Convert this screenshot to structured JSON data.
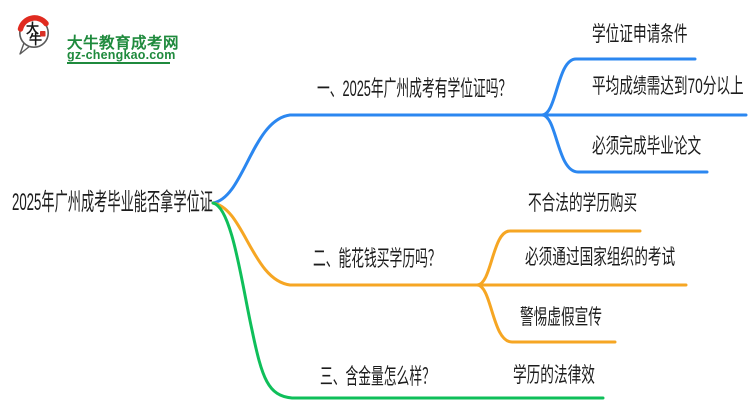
{
  "logo": {
    "brand": "大牛教育成考网",
    "domain": "gz-chengkao.com",
    "icon_chars_top": "大",
    "icon_chars_bottom": "牛",
    "green": "#1f8a3d",
    "seal_red": "#d93025"
  },
  "mindmap": {
    "text_color": "#1c1c1c",
    "root": {
      "label": "2025年广州成考毕业能否拿学位证"
    },
    "branches": [
      {
        "label": "一、2025年广州成考有学位证吗？",
        "color": "#2b87f0",
        "children": [
          "学位证申请条件",
          "平均成绩需达到70分以上",
          "必须完成毕业论文"
        ]
      },
      {
        "label": "二、能花钱买学历吗？",
        "color": "#f6a623",
        "children": [
          "不合法的学历购买",
          "必须通过国家组织的考试",
          "警惕虚假宣传"
        ]
      },
      {
        "label": "三、含金量怎么样？",
        "color": "#0fbf5a",
        "children": [
          "学历的法律效"
        ]
      }
    ]
  }
}
